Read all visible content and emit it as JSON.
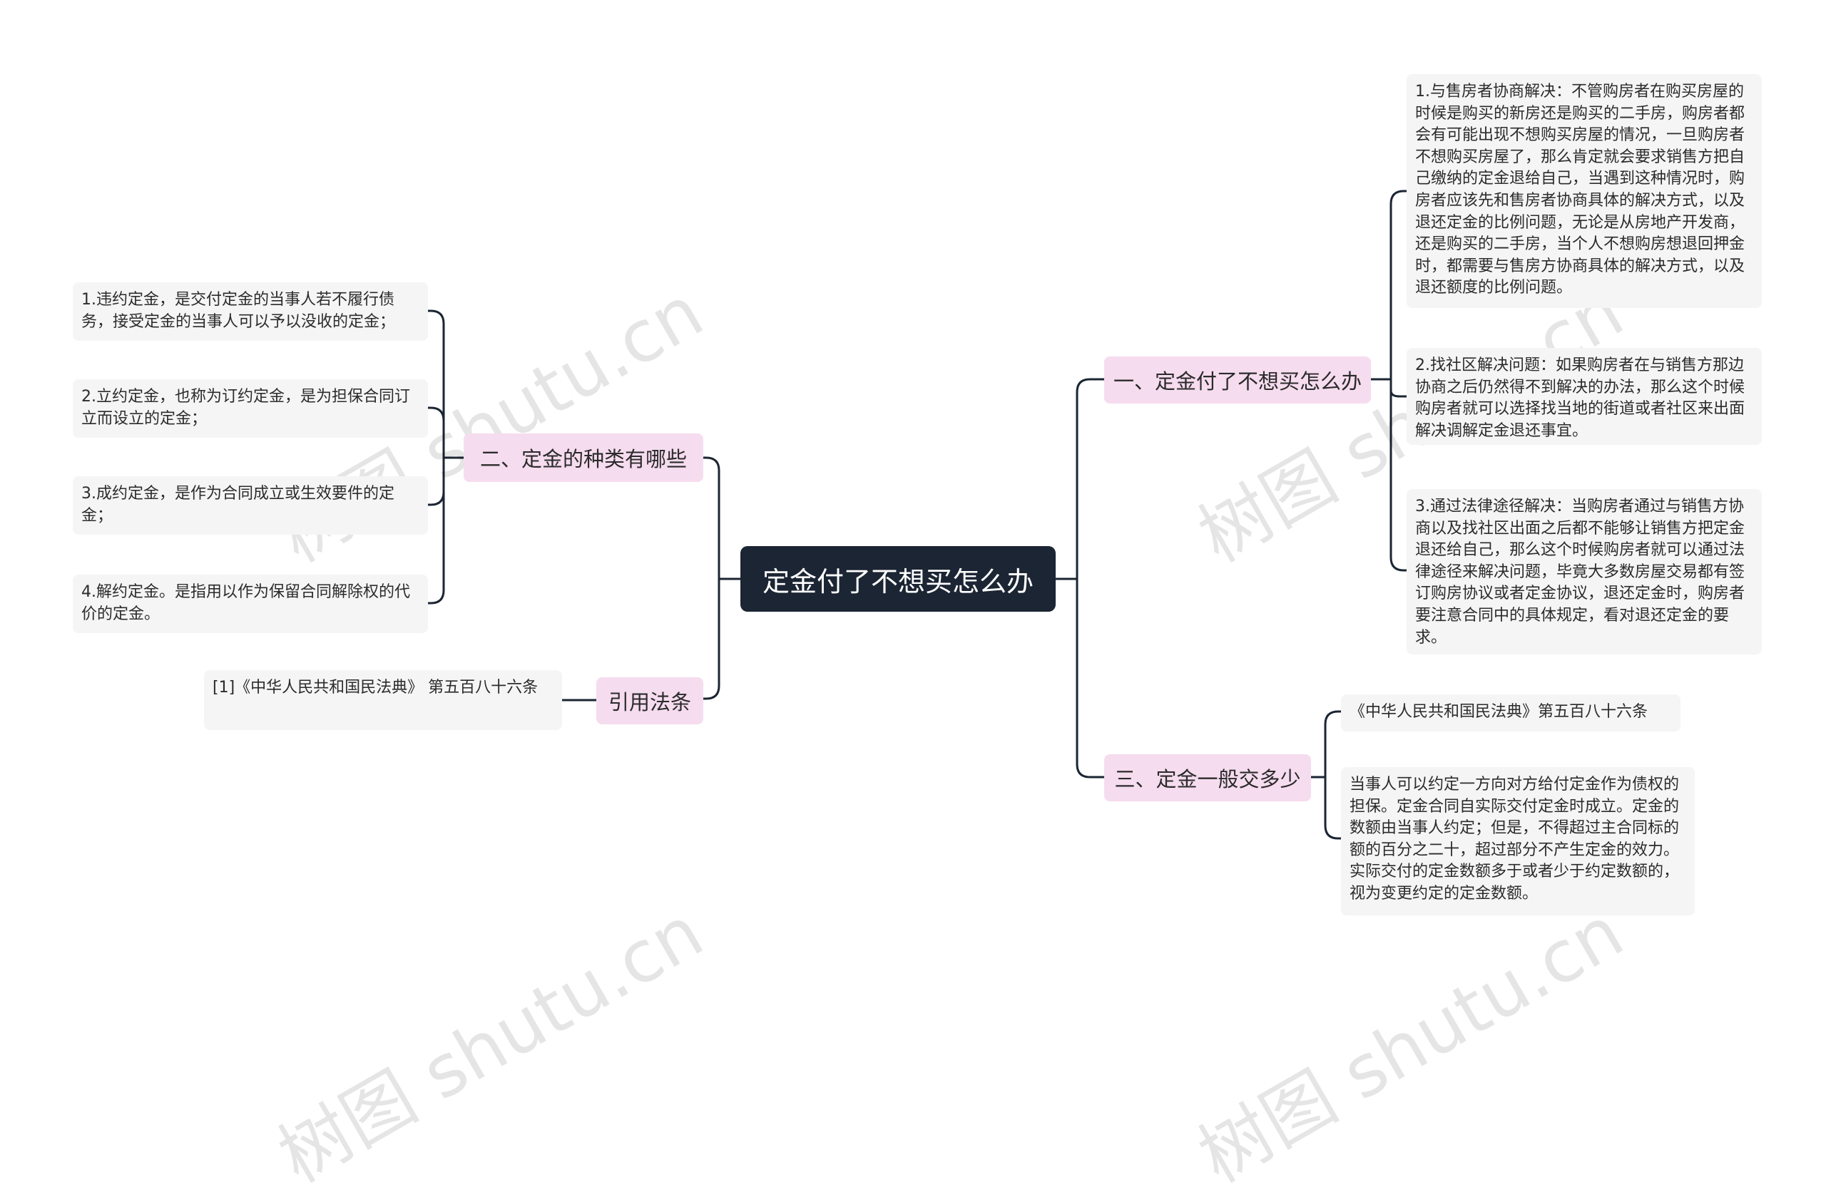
{
  "root": {
    "label": "定金付了不想买怎么办"
  },
  "branches": [
    {
      "label": "一、定金付了不想买怎么办"
    },
    {
      "label": "三、定金一般交多少"
    },
    {
      "label": "二、定金的种类有哪些"
    },
    {
      "label": "引用法条"
    }
  ],
  "leaves": {
    "b1": [
      "1.与售房者协商解决：不管购房者在购买房屋的时候是购买的新房还是购买的二手房，购房者都会有可能出现不想购买房屋的情况，一旦购房者不想购买房屋了，那么肯定就会要求销售方把自己缴纳的定金退给自己，当遇到这种情况时，购房者应该先和售房者协商具体的解决方式，以及退还定金的比例问题，无论是从房地产开发商，还是购买的二手房，当个人不想购房想退回押金时，都需要与售房方协商具体的解决方式，以及退还额度的比例问题。",
      "2.找社区解决问题：如果购房者在与销售方那边协商之后仍然得不到解决的办法，那么这个时候购房者就可以选择找当地的街道或者社区来出面解决调解定金退还事宜。",
      "3.通过法律途径解决：当购房者通过与销售方协商以及找社区出面之后都不能够让销售方把定金退还给自己，那么这个时候购房者就可以通过法律途径来解决问题，毕竟大多数房屋交易都有签订购房协议或者定金协议，退还定金时，购房者要注意合同中的具体规定，看对退还定金的要求。"
    ],
    "b3": [
      "《中华人民共和国民法典》第五百八十六条",
      "当事人可以约定一方向对方给付定金作为债权的担保。定金合同自实际交付定金时成立。定金的数额由当事人约定；但是，不得超过主合同标的额的百分之二十，超过部分不产生定金的效力。实际交付的定金数额多于或者少于约定数额的，视为变更约定的定金数额。"
    ],
    "b2": [
      "1.违约定金，是交付定金的当事人若不履行债务，接受定金的当事人可以予以没收的定金；",
      "2.立约定金，也称为订约定金，是为担保合同订立而设立的定金；",
      "3.成约定金，是作为合同成立或生效要件的定金；",
      "4.解约定金。是指用以作为保留合同解除权的代价的定金。"
    ],
    "law": [
      "[1]《中华人民共和国民法典》 第五百八十六条"
    ]
  },
  "watermark": "树图 shutu.cn",
  "colors": {
    "root_bg": "#1b2533",
    "branch_bg": "#f6dcef",
    "leaf_bg": "#f5f5f5",
    "line": "#1b2533"
  }
}
